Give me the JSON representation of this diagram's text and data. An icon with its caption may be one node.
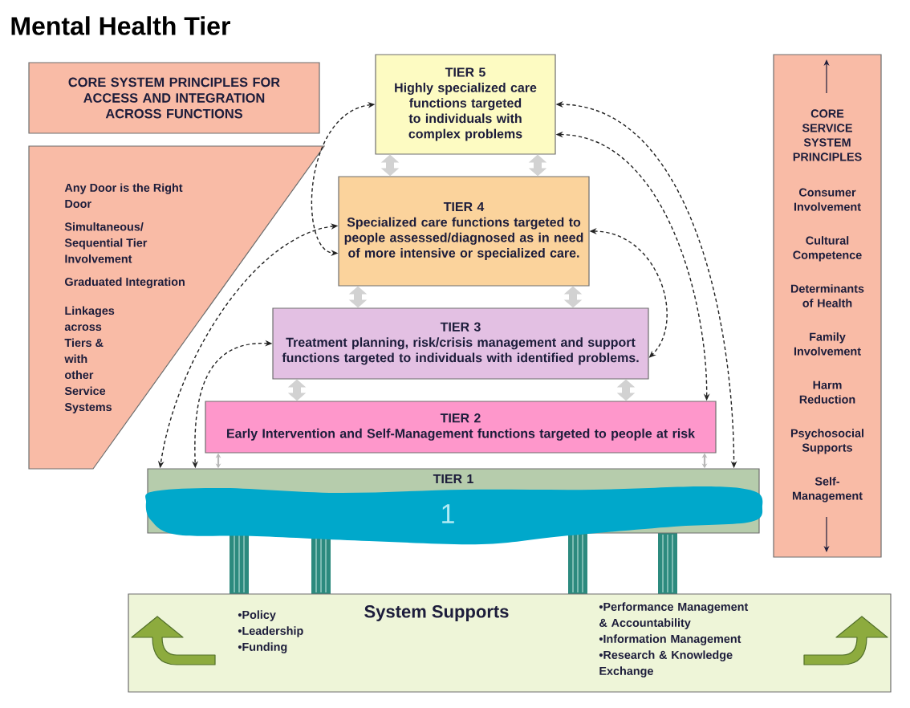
{
  "diagram": {
    "title": "Mental Health Tier",
    "nodes": [
      {
        "text": [
          "CORE SYSTEM PRINCIPLES FOR ACCESS AND INTEGRATION ACROSS FUNCTIONS"
        ]
      },
      {
        "text": [
          "Any Door is the Right Door",
          "Simultaneous/ Sequential Tier Involvement",
          "Graduated Integration",
          "Linkages across Tiers & with other Service Systems"
        ]
      },
      {
        "text": [
          "TIER 5",
          "Highly specialized care functions targeted to individuals with complex problems"
        ]
      },
      {
        "text": [
          "TIER 4",
          "Specialized care functions targeted to people assessed/diagnosed as in need of more intensive or specialized care."
        ]
      },
      {
        "text": [
          "TIER 3",
          "Treatment planning, risk/crisis management and support functions targeted to individuals with identified problems."
        ]
      },
      {
        "text": [
          "TIER 2",
          "Early Intervention and Self-Management functions targeted to people at risk"
        ]
      },
      {
        "text": [
          "TIER 1"
        ]
      },
      {
        "text": [
          "CORE SERVICE SYSTEM PRINCIPLES",
          "Consumer Involvement",
          "Cultural Competence",
          "Determinants of Health",
          "Family Involvement",
          "Harm Reduction",
          "Psychosocial Supports",
          "Self-Management"
        ]
      },
      {
        "text": [
          "System Supports",
          "•Policy",
          "•Leadership",
          "•Funding",
          "•Performance Management & Accountability",
          "•Information Management",
          "•Research & Knowledge Exchange"
        ]
      }
    ],
    "edges": [
      {
        "from": 2,
        "to": 3,
        "arrow": "both",
        "style": "thick",
        "color": "#d2d2d2"
      },
      {
        "from": 2,
        "to": 3,
        "arrow": "both",
        "style": "thick",
        "color": "#d2d2d2"
      },
      {
        "from": 3,
        "to": 4,
        "arrow": "both",
        "style": "thick",
        "color": "#d2d2d2"
      },
      {
        "from": 3,
        "to": 4,
        "arrow": "both",
        "style": "thick",
        "color": "#d2d2d2"
      },
      {
        "from": 4,
        "to": 5,
        "arrow": "both",
        "style": "thick",
        "color": "#d2d2d2"
      },
      {
        "from": 4,
        "to": 5,
        "arrow": "both",
        "style": "thick",
        "color": "#d2d2d2"
      },
      {
        "from": 5,
        "to": 6,
        "arrow": "both",
        "color": "#b8b8b8"
      },
      {
        "from": 5,
        "to": 6,
        "arrow": "both",
        "color": "#b8b8b8"
      },
      {
        "from": 2,
        "to": 3,
        "arrow": "both",
        "style": "dashed",
        "color": "#222222"
      },
      {
        "from": 3,
        "to": 6,
        "arrow": "both",
        "style": "dashed",
        "color": "#222222"
      },
      {
        "from": 4,
        "to": 6,
        "arrow": "both",
        "style": "dashed",
        "color": "#222222"
      },
      {
        "from": 2,
        "to": 6,
        "arrow": "both",
        "style": "dashed",
        "color": "#222222"
      },
      {
        "from": 2,
        "to": 5,
        "arrow": "both",
        "style": "dashed",
        "color": "#222222"
      },
      {
        "from": 3,
        "to": 4,
        "arrow": "both",
        "style": "dashed",
        "color": "#222222"
      }
    ],
    "labels": [
      "1"
    ]
  }
}
